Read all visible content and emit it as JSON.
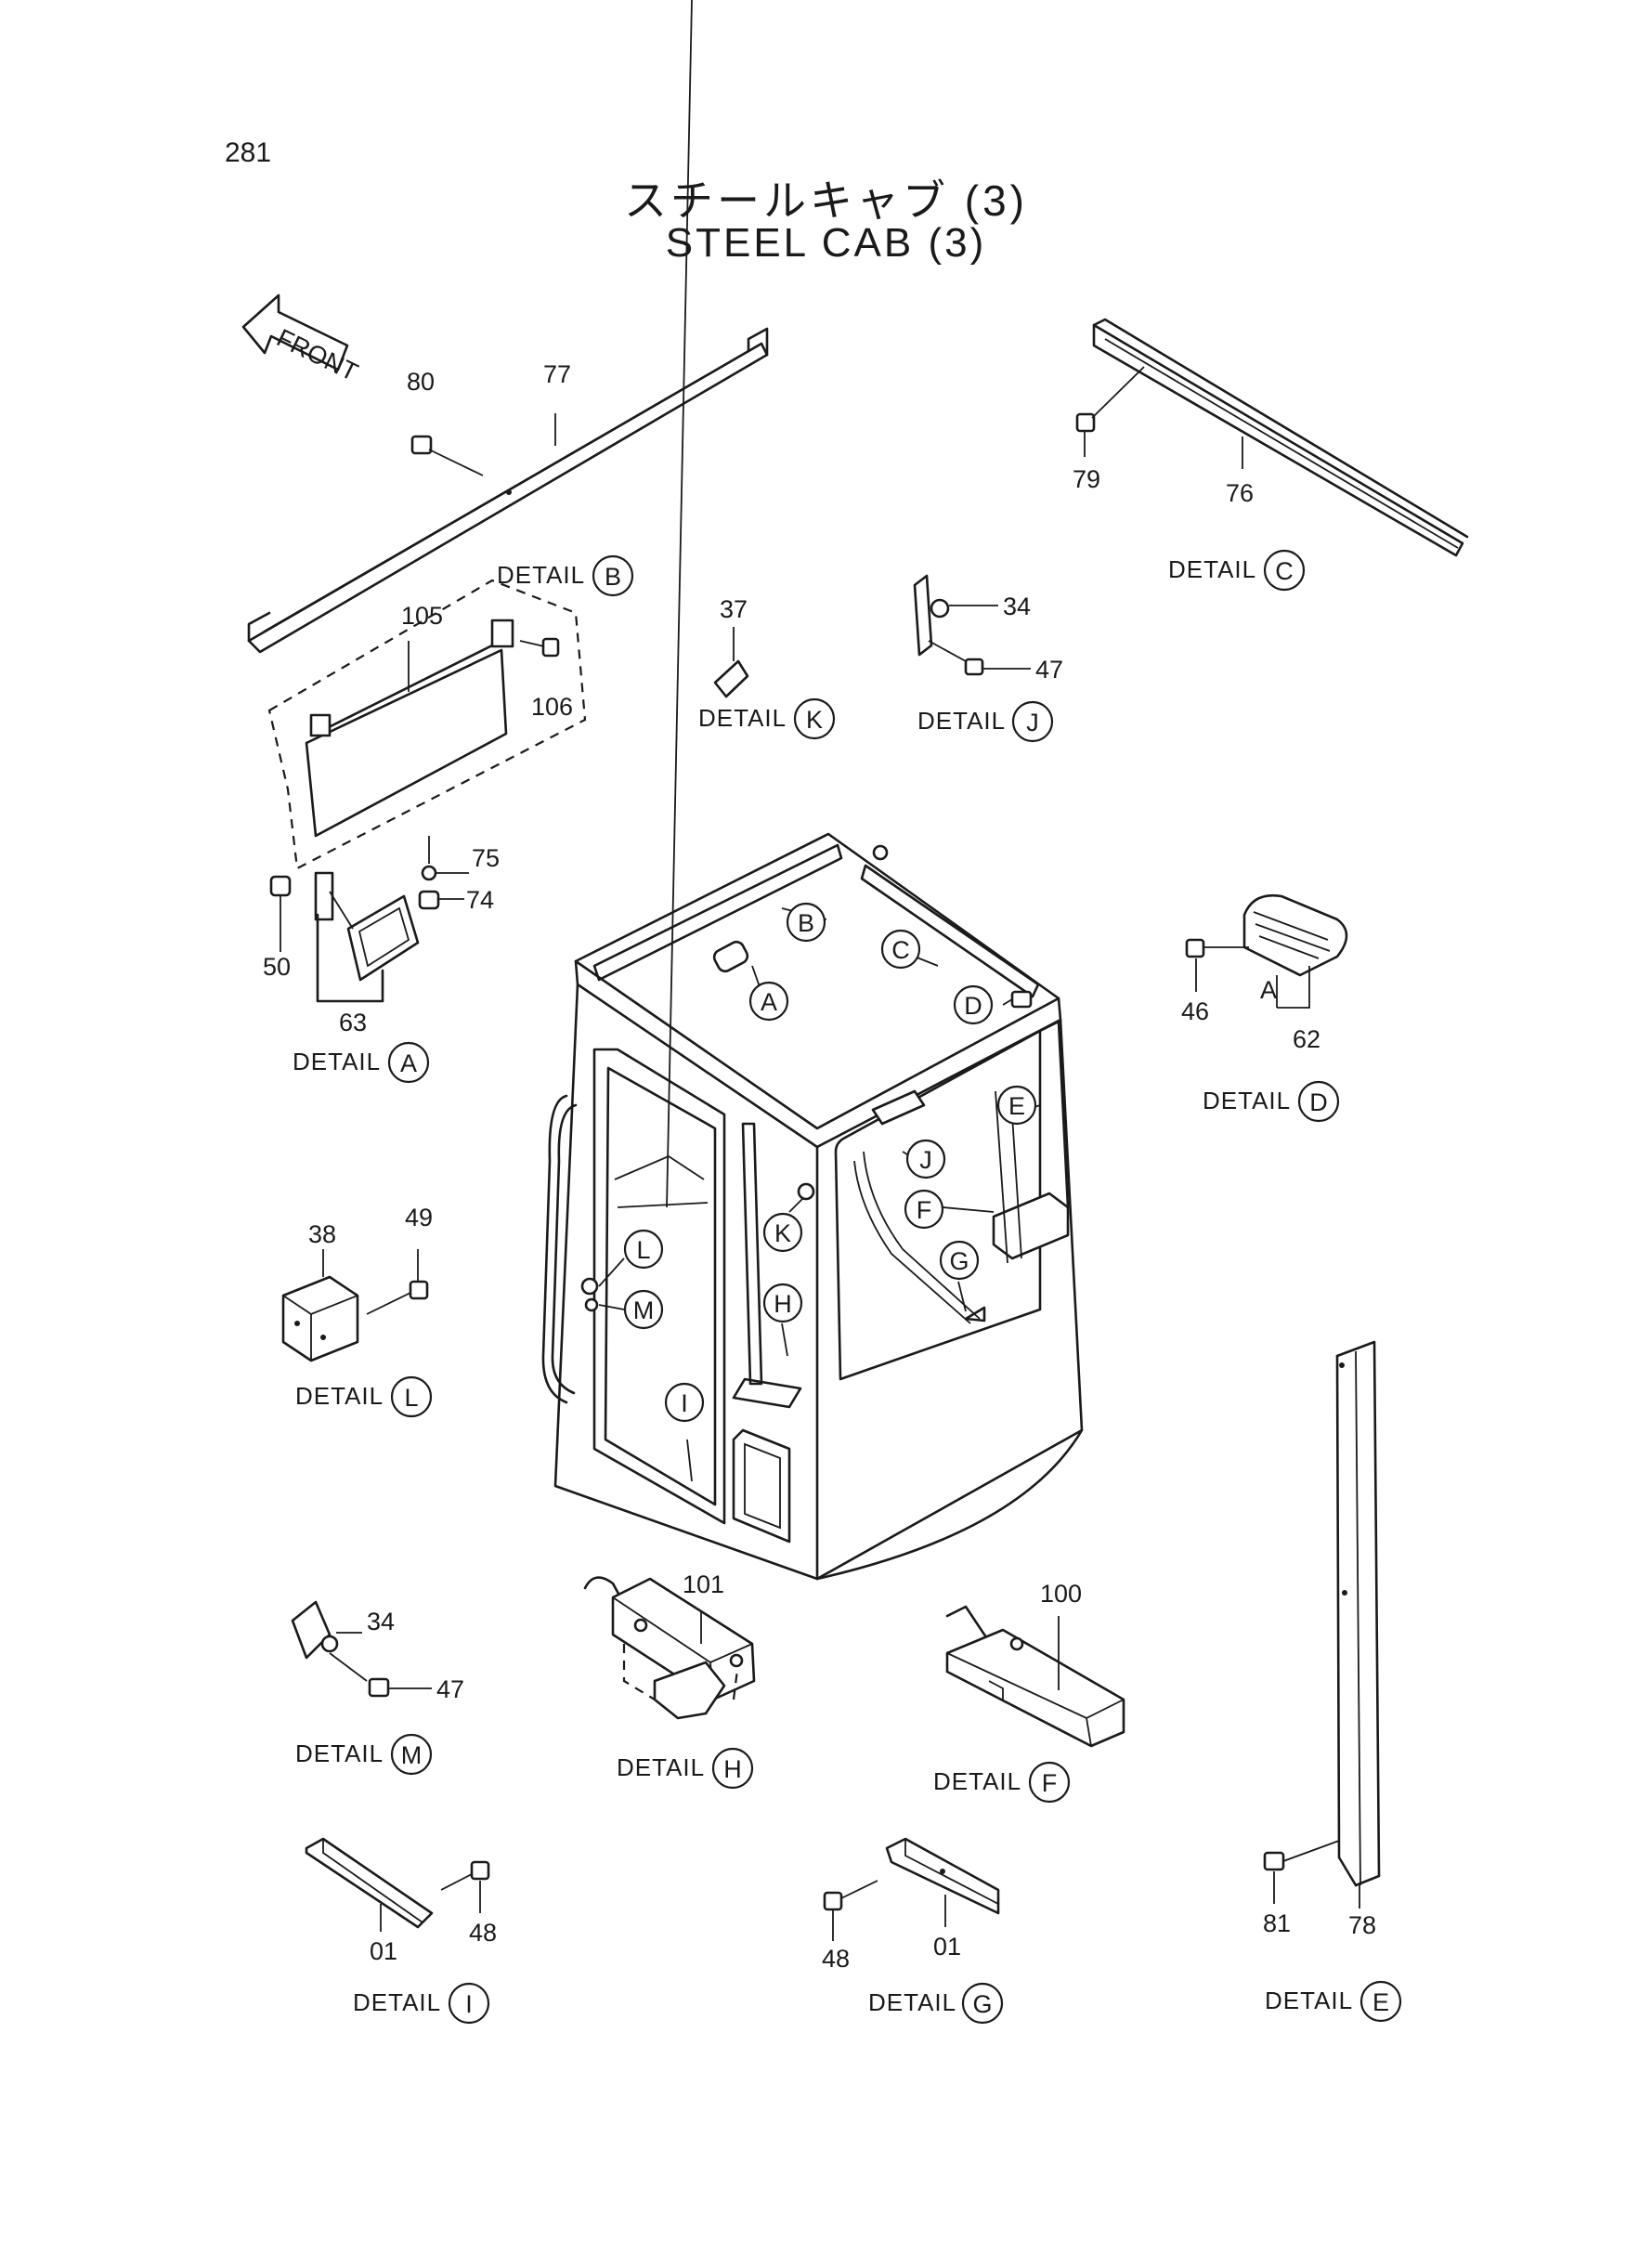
{
  "page_number": "281",
  "title_jp": "スチールキャブ (3)",
  "title_en": "STEEL CAB (3)",
  "front_arrow_label": "FRONT",
  "detail_word": "DETAIL",
  "cab_callouts": [
    "A",
    "B",
    "C",
    "D",
    "E",
    "F",
    "G",
    "H",
    "I",
    "J",
    "K",
    "L",
    "M"
  ],
  "details": [
    {
      "id": "A",
      "parts": [
        "50",
        "63",
        "74",
        "75"
      ]
    },
    {
      "id": "B",
      "parts": [
        "77",
        "80",
        "105",
        "106"
      ]
    },
    {
      "id": "C",
      "parts": [
        "76",
        "79"
      ]
    },
    {
      "id": "D",
      "parts": [
        "46",
        "62"
      ],
      "sub_label": "A"
    },
    {
      "id": "E",
      "parts": [
        "78",
        "81"
      ]
    },
    {
      "id": "F",
      "parts": [
        "100"
      ]
    },
    {
      "id": "G",
      "parts": [
        "01",
        "48"
      ]
    },
    {
      "id": "H",
      "parts": [
        "101"
      ]
    },
    {
      "id": "I",
      "parts": [
        "01",
        "48"
      ]
    },
    {
      "id": "J",
      "parts": [
        "34",
        "47"
      ]
    },
    {
      "id": "K",
      "parts": [
        "37"
      ]
    },
    {
      "id": "L",
      "parts": [
        "38",
        "49"
      ]
    },
    {
      "id": "M",
      "parts": [
        "34",
        "47"
      ]
    }
  ]
}
